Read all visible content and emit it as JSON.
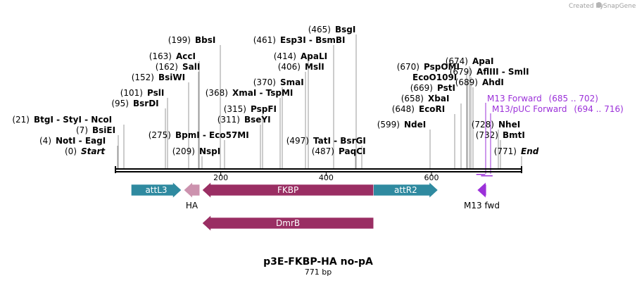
{
  "credit": {
    "prefix": "Created by",
    "brand": "SnapGene"
  },
  "title": "p3E-FKBP-HA no-pA",
  "subtitle": "771 bp",
  "length": 771,
  "ruler_ticks": [
    "200",
    "400",
    "600"
  ],
  "sites": [
    {
      "pos": "(0)",
      "name": "Start",
      "bp": 0,
      "italic": true
    },
    {
      "pos": "(4)",
      "name": "NotI  -  EagI",
      "bp": 4
    },
    {
      "pos": "(7)",
      "name": "BsiEI",
      "bp": 7
    },
    {
      "pos": "(21)",
      "name": "BtgI  -  StyI  -  NcoI",
      "bp": 21
    },
    {
      "pos": "(95)",
      "name": "BsrDI",
      "bp": 95
    },
    {
      "pos": "(101)",
      "name": "PslI",
      "bp": 101
    },
    {
      "pos": "(152)",
      "name": "BsiWI",
      "bp": 152
    },
    {
      "pos": "(162)",
      "name": "SalI",
      "bp": 162
    },
    {
      "pos": "(163)",
      "name": "AccI",
      "bp": 163
    },
    {
      "pos": "(199)",
      "name": "BbsI",
      "bp": 199
    },
    {
      "pos": "(209)",
      "name": "NspI",
      "bp": 209
    },
    {
      "pos": "(275)",
      "name": "BpmI  -  Eco57MI",
      "bp": 275
    },
    {
      "pos": "(311)",
      "name": "BseYI",
      "bp": 311
    },
    {
      "pos": "(315)",
      "name": "PspFI",
      "bp": 315
    },
    {
      "pos": "(368)",
      "name": "XmaI  -  TspMI",
      "bp": 368
    },
    {
      "pos": "(370)",
      "name": "SmaI",
      "bp": 370
    },
    {
      "pos": "(406)",
      "name": "MslI",
      "bp": 406
    },
    {
      "pos": "(414)",
      "name": "ApaLI",
      "bp": 414
    },
    {
      "pos": "(461)",
      "name": "Esp3I  -  BsmBI",
      "bp": 461
    },
    {
      "pos": "(465)",
      "name": "BsgI",
      "bp": 465
    },
    {
      "pos": "(487)",
      "name": "PaqCI",
      "bp": 487
    },
    {
      "pos": "(497)",
      "name": "TatI  -  BsrGI",
      "bp": 497
    },
    {
      "pos": "(599)",
      "name": "NdeI",
      "bp": 599
    },
    {
      "pos": "(648)",
      "name": "EcoRI",
      "bp": 648
    },
    {
      "pos": "(658)",
      "name": "XbaI",
      "bp": 658
    },
    {
      "pos": "(669)",
      "name": "PstI",
      "bp": 669
    },
    {
      "pos": "(670)",
      "name": "PspOMI",
      "bp": 670
    },
    {
      "pos": "",
      "name": "EcoO109I",
      "bp": 670
    },
    {
      "pos": "(674)",
      "name": "ApaI",
      "bp": 674
    },
    {
      "pos": "(679)",
      "name": "AflIII  -  SmlI",
      "bp": 679
    },
    {
      "pos": "(689)",
      "name": "AhdI",
      "bp": 689
    },
    {
      "pos": "(728)",
      "name": "NheI",
      "bp": 728
    },
    {
      "pos": "(732)",
      "name": "BmtI",
      "bp": 732
    },
    {
      "pos": "(771)",
      "name": "End",
      "bp": 771,
      "italic": true
    }
  ],
  "primers": [
    {
      "name": "M13 Forward",
      "range": "(685 .. 702)",
      "start": 685,
      "end": 702
    },
    {
      "name": "M13/pUC Forward",
      "range": "(694 .. 716)",
      "start": 694,
      "end": 716
    }
  ],
  "features": [
    {
      "name": "attL3",
      "start": 30,
      "end": 125,
      "direction": "forward",
      "color": "#2f8aa0",
      "label_inside": true
    },
    {
      "name": "HA",
      "start": 130,
      "end": 160,
      "direction": "reverse",
      "color": "#cc92ae",
      "label_inside": false
    },
    {
      "name": "FKBP",
      "start": 165,
      "end": 490,
      "direction": "reverse",
      "color": "#9a2e63",
      "label_inside": true
    },
    {
      "name": "attR2",
      "start": 490,
      "end": 612,
      "direction": "forward",
      "color": "#2f8aa0",
      "label_inside": true
    },
    {
      "name": "M13 fwd",
      "start": 687,
      "end": 704,
      "direction": "reverse",
      "color": "#9b30d9",
      "label_inside": false
    },
    {
      "name": "DmrB",
      "start": 165,
      "end": 490,
      "direction": "reverse",
      "color": "#9a2e63",
      "label_inside": true
    }
  ]
}
